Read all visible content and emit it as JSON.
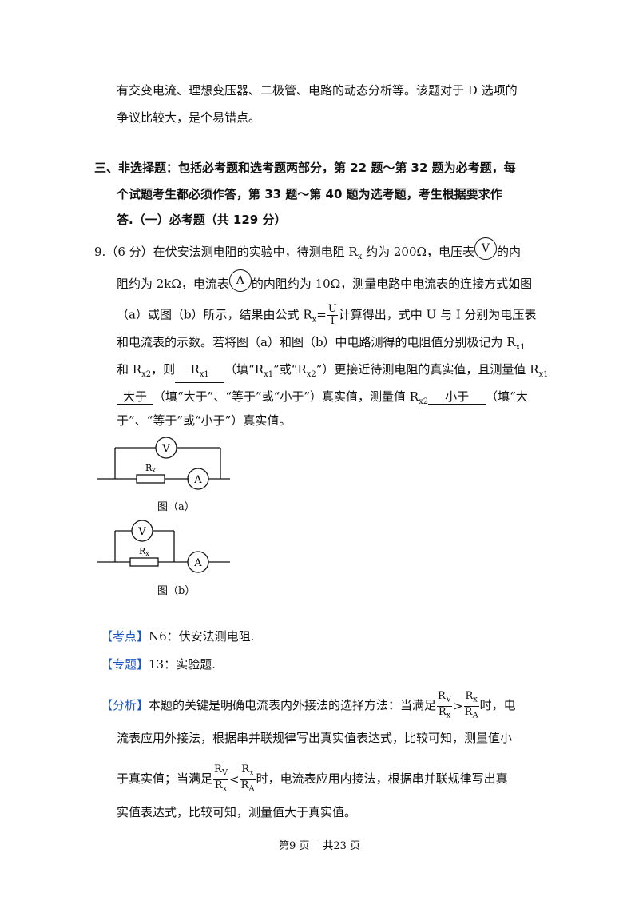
{
  "para_intro": {
    "line1": "有交变电流、理想变压器、二极管、电路的动态分析等。该题对于 D 选项的",
    "line2": "争议比较大，是个易错点。"
  },
  "section": {
    "line1": "三、非选择题：包括必考题和选考题两部分，第 22 题～第 32 题为必考题，每",
    "line2": "个试题考生都必须作答，第 33 题～第 40 题为选考题，考生根据要求作",
    "line3": "答.（一）必考题（共 129 分）"
  },
  "question": {
    "number": "9.",
    "l1_a": "（6 分）在伏安法测电阻的实验中，待测电阻 R",
    "l1_sub": "x",
    "l1_b": " 约为 200Ω，电压表",
    "meter_v": "V",
    "l1_c": "的内",
    "l2_a": "阻约为 2kΩ，电流表",
    "meter_a": "A",
    "l2_b": "的内阻约为 10Ω，测量电路中电流表的连接方式如图",
    "l3_a": "（a）或图（b）所示，结果由公式 R",
    "l3_sub": "x",
    "l3_eq": "=",
    "l3_num": "U",
    "l3_den": "I",
    "l3_b": "计算得出，式中 U 与 I 分别为电压表",
    "l4": "和电流表的示数。若将图（a）和图（b）中电路测得的电阻值分别极记为 R",
    "l4_sub": "x1",
    "l5_a": "和 R",
    "l5_sub": "x2",
    "l5_b": "，则",
    "ans1_main": "R",
    "ans1_sub": "x1",
    "l5_c": "（填“R",
    "l5_c_sub": "x1",
    "l5_d": "”或“R",
    "l5_d_sub": "x2",
    "l5_e": "”）更接近待测电阻的真实值，且测量值 R",
    "l5_e_sub": "x1",
    "ans2": "大于",
    "l6_a": "（填“大于”、“等于”或“小于”）真实值，测量值 R",
    "l6_sub": "x2",
    "ans3": "小于",
    "l6_b": "（填“大",
    "l7": "于”、“等于”或“小于”）真实值。"
  },
  "figures": {
    "v": "V",
    "a": "A",
    "rx": "R",
    "rx_sub": "x",
    "caption_a": "图（a）",
    "caption_b": "图（b）"
  },
  "kaodian": {
    "tag": "【考点】",
    "text": "N6：伏安法测电阻."
  },
  "zhuanti": {
    "tag": "【专题】",
    "text": "13：实验题."
  },
  "fenxi": {
    "tag": "【分析】",
    "l1_a": "本题的关键是明确电流表内外接法的选择方法：当满足",
    "l1_b": "时，电",
    "l2": "流表应用外接法，根据串并联规律写出真实值表达式，比较可知，测量值小",
    "l3_a": "于真实值；当满足",
    "l3_b": "时，电流表应用内接法，根据串并联规律写出真",
    "l4": "实值表达式，比较可知，测量值大于真实值。",
    "f_R": "R",
    "sub_v": "V",
    "sub_x": "x",
    "sub_a": "A",
    "gt": ">",
    "lt": "<"
  },
  "footer": {
    "left": "第9 页",
    "right": "共23 页"
  }
}
